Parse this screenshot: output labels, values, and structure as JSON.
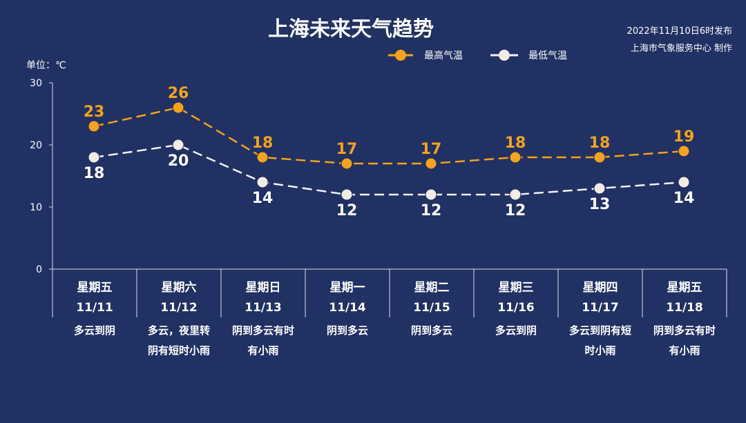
{
  "header": {
    "title": "上海未来天气趋势",
    "publish_time": "2022年11月10日6时发布",
    "producer": "上海市气象服务中心 制作"
  },
  "chart_data": {
    "type": "line",
    "unit_label": "单位：℃",
    "ylim": [
      0,
      30
    ],
    "yticks": [
      0,
      10,
      20,
      30
    ],
    "legend_position": "top-right",
    "days": [
      {
        "weekday": "星期五",
        "date": "11/11",
        "condition": [
          "多云到阴"
        ]
      },
      {
        "weekday": "星期六",
        "date": "11/12",
        "condition": [
          "多云，夜里转",
          "阴有短时小雨"
        ]
      },
      {
        "weekday": "星期日",
        "date": "11/13",
        "condition": [
          "阴到多云有时",
          "有小雨"
        ]
      },
      {
        "weekday": "星期一",
        "date": "11/14",
        "condition": [
          "阴到多云"
        ]
      },
      {
        "weekday": "星期二",
        "date": "11/15",
        "condition": [
          "阴到多云"
        ]
      },
      {
        "weekday": "星期三",
        "date": "11/16",
        "condition": [
          "多云到阴"
        ]
      },
      {
        "weekday": "星期四",
        "date": "11/17",
        "condition": [
          "多云到阴有短",
          "时小雨"
        ]
      },
      {
        "weekday": "星期五",
        "date": "11/18",
        "condition": [
          "阴到多云有时",
          "有小雨"
        ]
      }
    ],
    "series": [
      {
        "name": "最高气温",
        "color": "#f4a31c",
        "values": [
          23,
          26,
          18,
          17,
          17,
          18,
          18,
          19
        ]
      },
      {
        "name": "最低气温",
        "color": "#f1ece6",
        "values": [
          18,
          20,
          14,
          12,
          12,
          12,
          13,
          14
        ]
      }
    ]
  }
}
